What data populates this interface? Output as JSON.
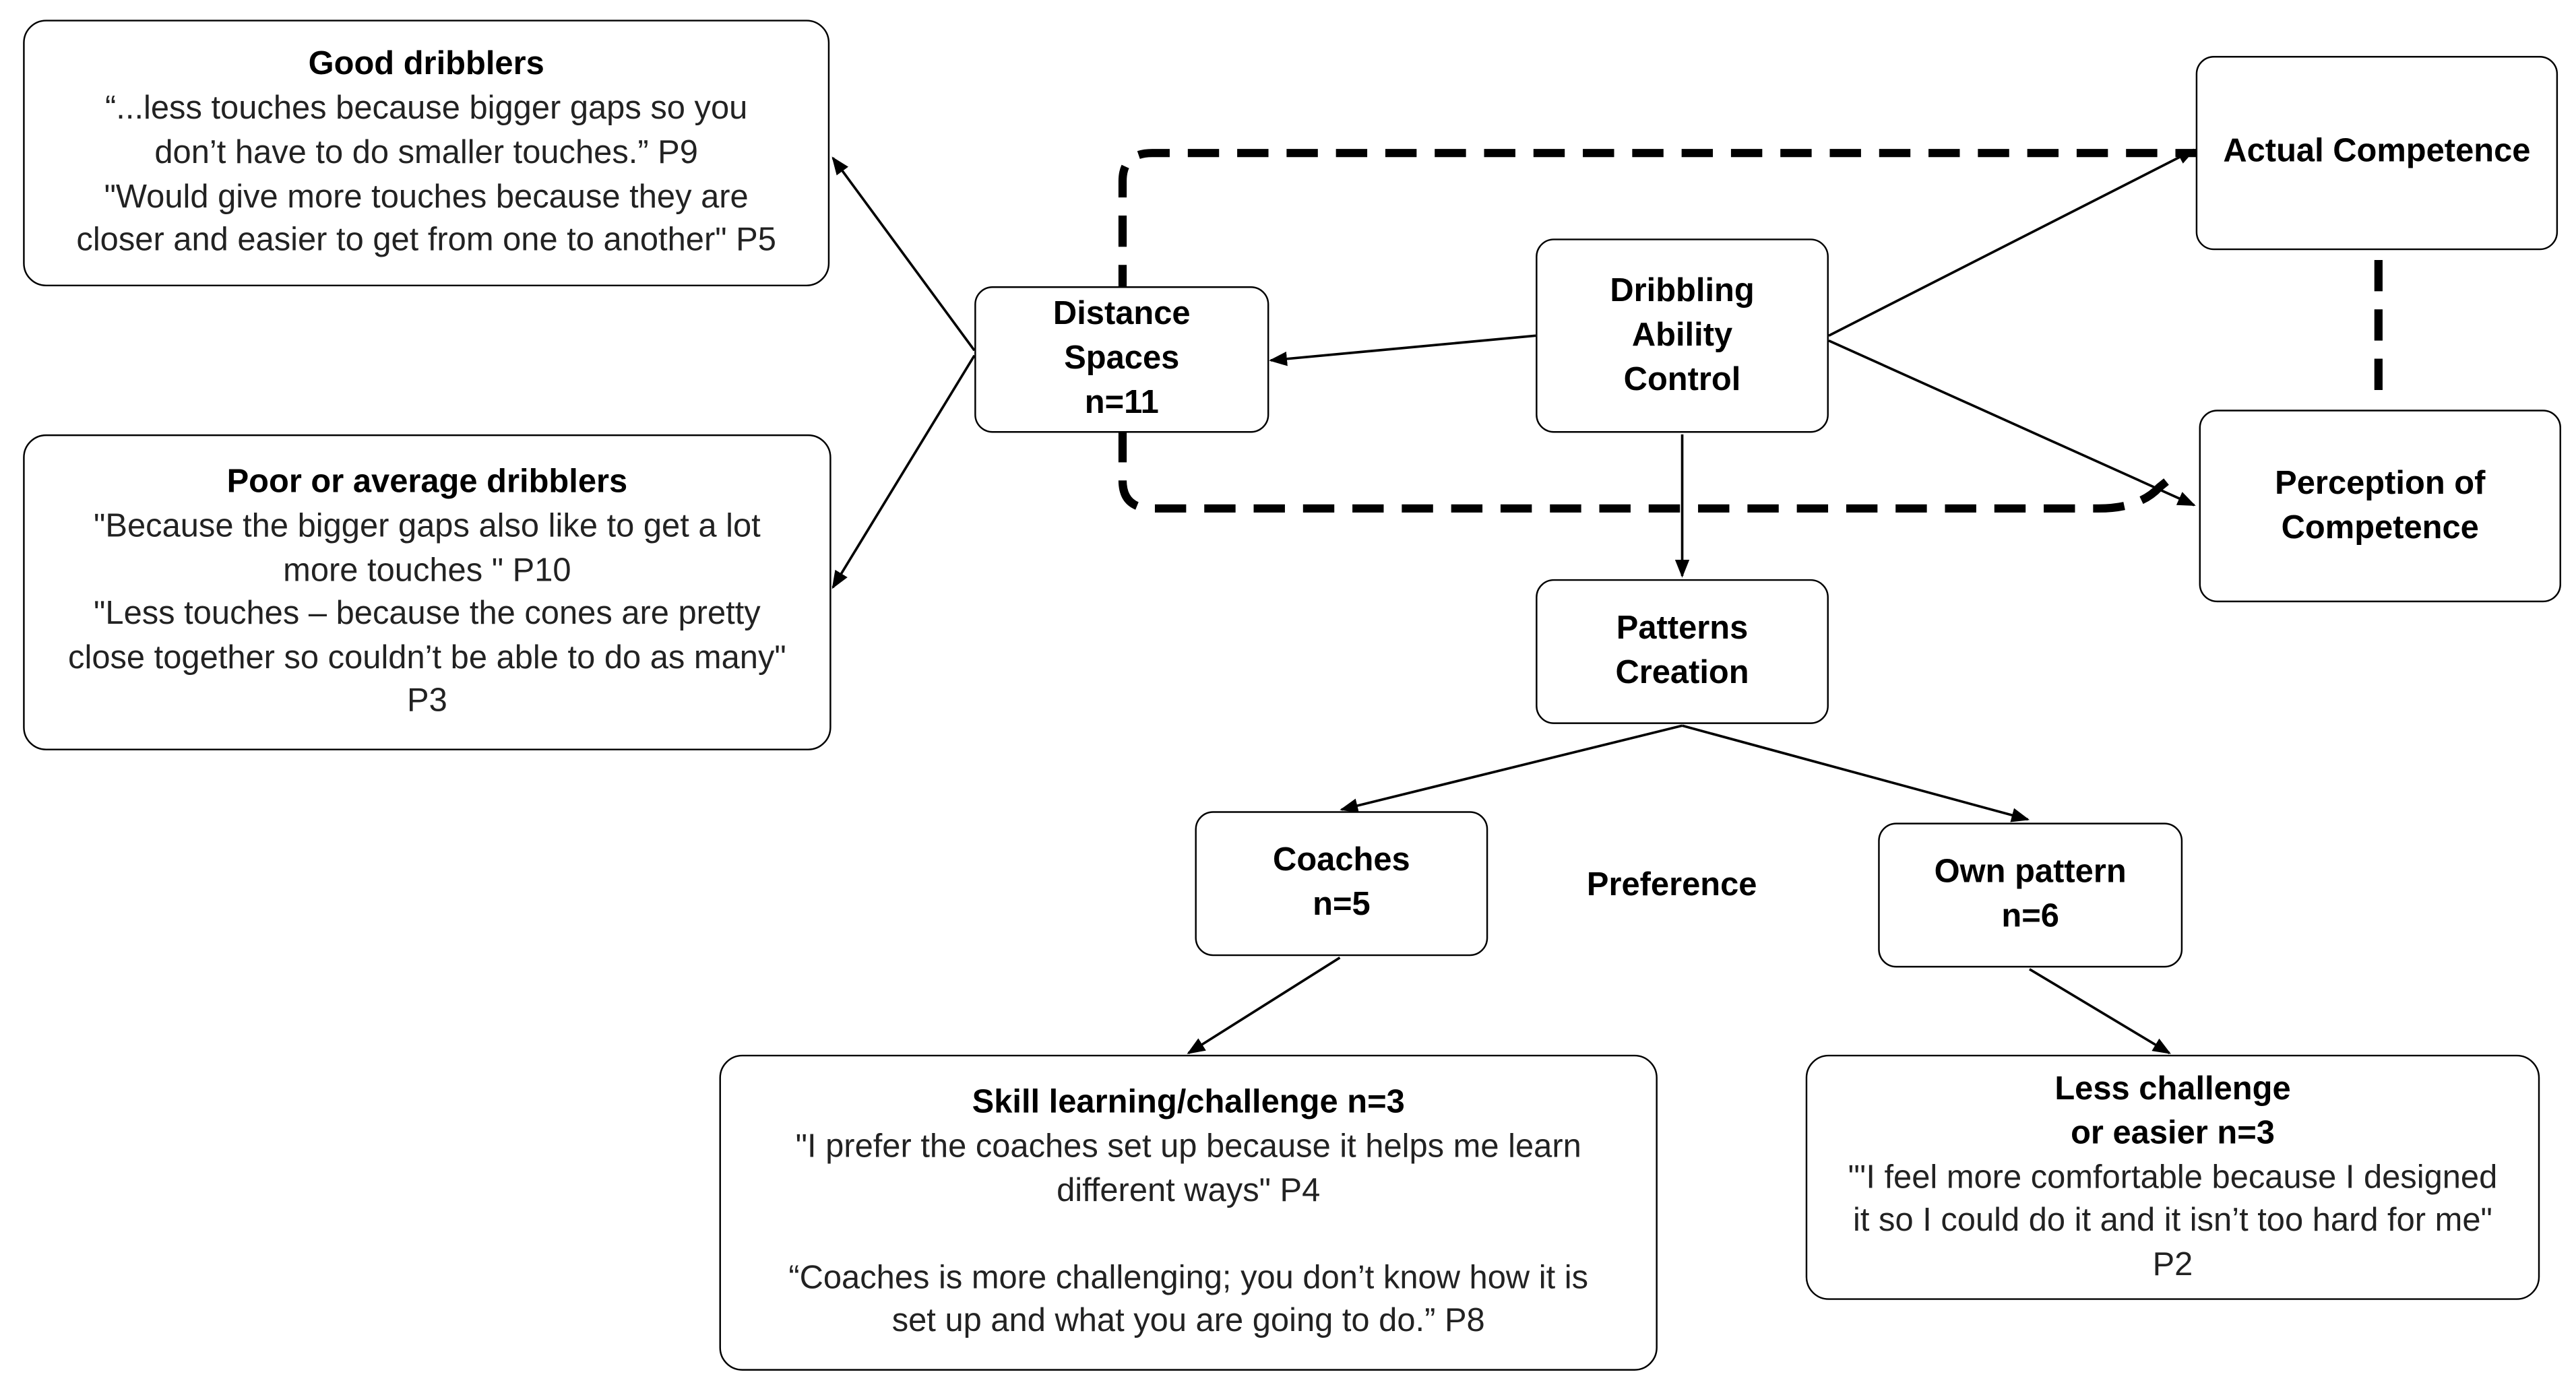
{
  "nodes": {
    "good_dribblers": {
      "title": "Good dribblers",
      "quote1": "“...less touches because bigger gaps so you\ndon’t have to do smaller  touches.” P9",
      "quote2": "\"Would give more touches because they are\ncloser and easier to get from one to another\" P5"
    },
    "poor_dribblers": {
      "title": "Poor or average dribblers",
      "quote1": "\"Because the bigger gaps also like to get a lot\nmore touches \" P10",
      "quote2": "\"Less touches – because the cones are pretty\nclose together so couldn’t be able to do as many\"\nP3"
    },
    "distance_spaces": {
      "title": "Distance\nSpaces\nn=11"
    },
    "dribbling_ability": {
      "title": "Dribbling\nAbility\nControl"
    },
    "actual_competence": {
      "title": "Actual Competence"
    },
    "perception_competence": {
      "title": "Perception of\nCompetence"
    },
    "patterns_creation": {
      "title": "Patterns\nCreation"
    },
    "coaches": {
      "title": "Coaches\nn=5"
    },
    "own_pattern": {
      "title": "Own pattern\nn=6"
    },
    "skill_learning": {
      "title": "Skill learning/challenge n=3",
      "quote1": "\"I prefer the coaches set up because it helps me learn\ndifferent ways\" P4",
      "quote2": "“Coaches is more challenging; you don’t know how it is\nset up and what you are going to do.” P8"
    },
    "less_challenge": {
      "title": "Less challenge\nor easier n=3",
      "quote1": "\"'I feel more comfortable because I designed\nit so I could do it and it isn’t too hard for me\"\nP2"
    }
  },
  "labels": {
    "preference": "Preference"
  }
}
